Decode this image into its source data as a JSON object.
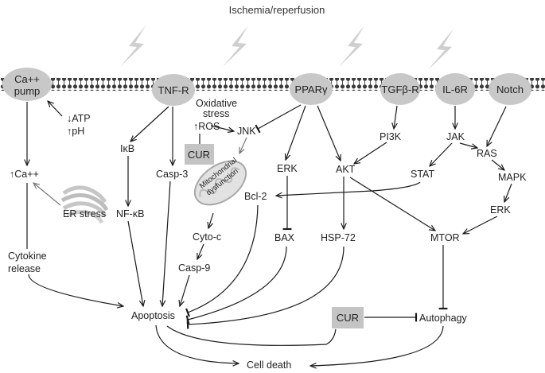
{
  "title": "Ischemia/reperfusion",
  "receptors": {
    "ca_pump_line1": "Ca++",
    "ca_pump_line2": "pump",
    "tnf_r": "TNF-R",
    "ppar": "PPARγ",
    "tgf_r": "TGFβ-R",
    "il6r": "IL-6R",
    "notch": "Notch"
  },
  "nodes": {
    "atp": "ATP",
    "ph": "pH",
    "ca": "Ca++",
    "er_stress": "ER stress",
    "cytokine_line1": "Cytokine",
    "cytokine_line2": "release",
    "ikb": "IκB",
    "nfkb": "NF-κB",
    "casp3": "Casp-3",
    "oxidative_line1": "Oxidative",
    "oxidative_line2": "stress",
    "ros": "ROS",
    "jnk": "JNK",
    "cur_top": "CUR",
    "mito_line1": "Mitochondrial",
    "mito_line2": "dysfunction",
    "bcl2": "Bcl-2",
    "cytoc": "Cyto-c",
    "casp9": "Casp-9",
    "erk_left": "ERK",
    "bax": "BAX",
    "akt": "AKT",
    "hsp72": "HSP-72",
    "pi3k": "PI3K",
    "jak": "JAK",
    "stat": "STAT",
    "ras": "RAS",
    "mapk": "MAPK",
    "erk_right": "ERK",
    "mtor": "MTOR",
    "cur_bottom": "CUR",
    "autophagy": "Autophagy",
    "apoptosis": "Apoptosis",
    "cell_death": "Cell death"
  },
  "colors": {
    "receptor_fill": "#c8c8c8",
    "cur_fill": "#c4c4c4",
    "lightning": "#cfcfcf",
    "membrane": "#3c3c3c"
  }
}
